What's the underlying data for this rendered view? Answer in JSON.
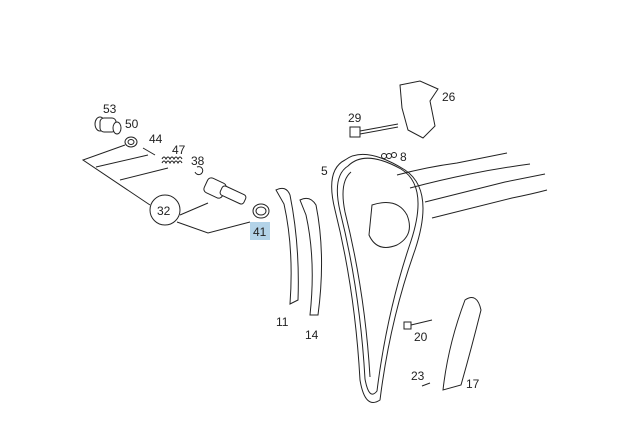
{
  "diagram": {
    "labels": {
      "p53": "53",
      "p50": "50",
      "p44": "44",
      "p47": "47",
      "p38": "38",
      "p32": "32",
      "p41": "41",
      "p26": "26",
      "p29": "29",
      "p8": "8",
      "p5": "5",
      "p11": "11",
      "p14": "14",
      "p20": "20",
      "p23": "23",
      "p17": "17"
    },
    "highlighted_label": "41",
    "highlight_color": "#b3d3e8"
  }
}
